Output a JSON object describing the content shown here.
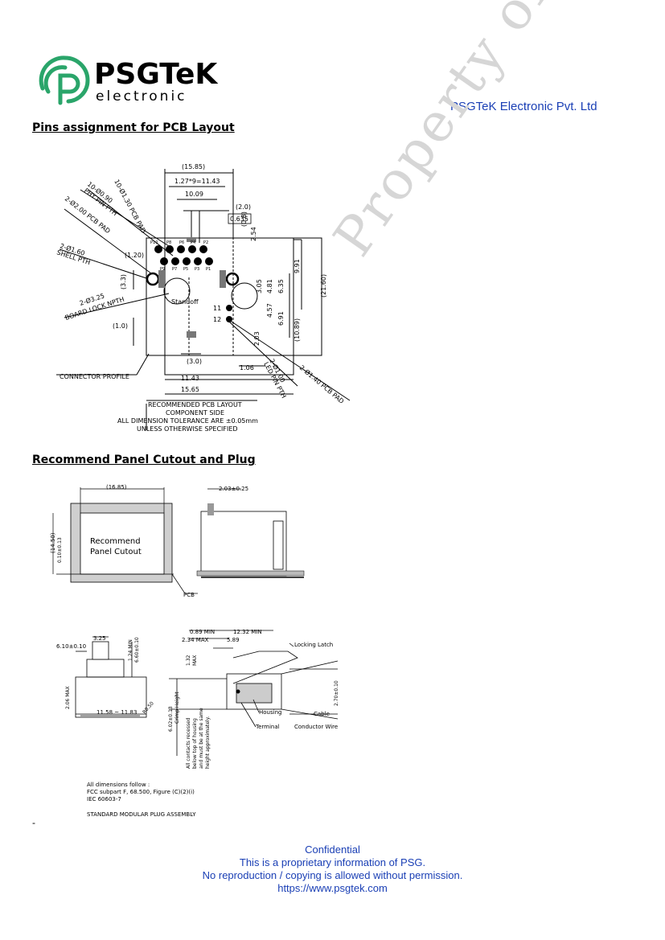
{
  "header": {
    "logo_text": "PSGTeK",
    "logo_subtext": "electronic",
    "company": "PSGTeK Electronic Pvt. Ltd"
  },
  "sections": {
    "pcb_title": "Pins assignment for PCB Layout",
    "panel_title": "Recommend Panel Cutout and Plug"
  },
  "watermark": "Property of PSG",
  "pcb_drawing": {
    "dims": [
      "(15.85)",
      "1.27*9=11.43",
      "10.09",
      "(2.0)",
      "0.635",
      "(0.8)",
      "2.54",
      "9.91",
      "(21.60)",
      "6.35",
      "4.81",
      "3.05",
      "4.57",
      "6.91",
      "(10.89)",
      "2.03",
      "(1.20)",
      "(3.3)",
      "(1.0)",
      "(3.0)",
      "1.06",
      "11.43",
      "15.65"
    ],
    "callouts": [
      "10-Ø1.30 PCB PAD",
      "10-Ø0.90 PHY PIN PTH",
      "2-Ø2.00 PCB PAD",
      "2-Ø1.60 SHELL PTH",
      "2-Ø3.25 BOARD LOCK NPTH",
      "2-Ø1.40 PCB PAD",
      "2-Ø1.00 LED PIN PTH",
      "CONNECTOR PROFILE",
      "Standoff"
    ],
    "pins": [
      "P10",
      "P8",
      "P6",
      "P4",
      "P2",
      "P9",
      "P7",
      "P5",
      "P3",
      "P1",
      "11",
      "12"
    ],
    "notes": [
      "RECOMMENDED PCB LAYOUT",
      "COMPONENT SIDE",
      "ALL DIMENSION TOLERANCE ARE ±0.05mm",
      "UNLESS OTHERWISE SPECIFIED"
    ]
  },
  "panel_drawing": {
    "dims": [
      "(16.85)",
      "(14.50)",
      "0.10±0.13",
      "2.03±0.25"
    ],
    "cutout_label": [
      "Recommend",
      "Panel Cutout"
    ],
    "pcb_label": "PCB"
  },
  "plug_drawing": {
    "dims": [
      "3.25",
      "6.10±0.10",
      "1.24 MIN",
      "6.60±0.10",
      "2.06 MAX",
      "11.58 ~ 11.83",
      "R0.50",
      "0.89 MIN",
      "12.32 MIN",
      "2.34 MAX",
      "5.89",
      "1.32 MAX",
      "6.02±0.13",
      "Crimp Height",
      "2.70±0.10"
    ],
    "labels": [
      "Locking Latch",
      "Housing",
      "Cable",
      "Terminal",
      "Conductor Wire"
    ],
    "vertical_note": [
      "All contacts recessed",
      "below top of housing",
      "and must be at the same",
      "height approximately."
    ],
    "notes": [
      "All dimensions follow :",
      "FCC subpart F, 68.500, Figure (C)(2)(i)",
      "IEC 60603-7",
      "STANDARD MODULAR PLUG ASSEMBLY"
    ]
  },
  "dash": "-",
  "footer": {
    "line1": "Confidential",
    "line2": "This is a proprietary information of PSG.",
    "line3": "No reproduction / copying is allowed without permission.",
    "url": "https://www.psgtek.com"
  },
  "colors": {
    "brand_green": "#2aa56a",
    "footer_blue": "#1a3fb5",
    "watermark_gray": "#d6d6d6"
  }
}
